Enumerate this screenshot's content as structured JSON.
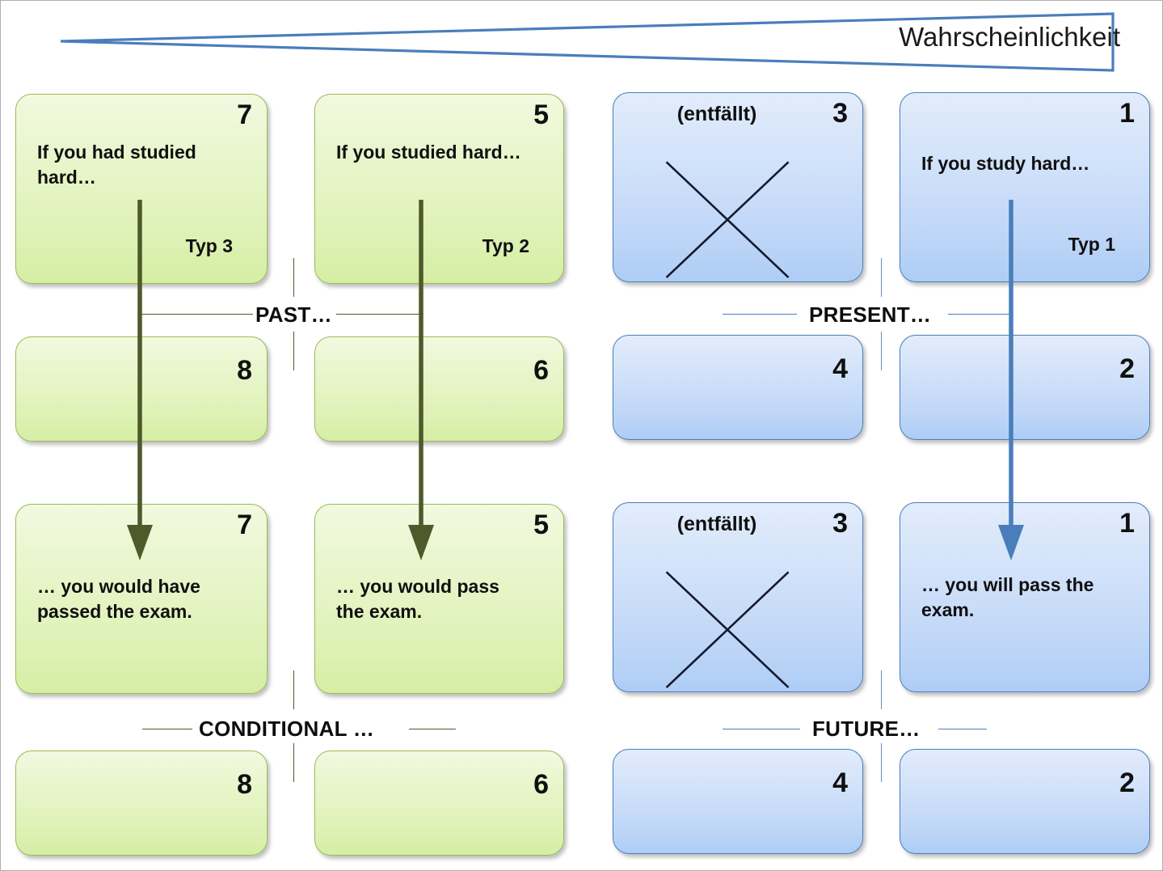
{
  "header": {
    "title": "Wahrscheinlichkeit",
    "shape": "probability-wedge-arrow",
    "outline_color": "#4a7ebb"
  },
  "colors": {
    "green_fill_top": "#f2f9e0",
    "green_fill_bottom": "#d5eea4",
    "green_border": "#9bbb59",
    "green_arrow": "#4e5a2a",
    "blue_fill_top": "#e2ecfb",
    "blue_fill_bottom": "#aecdf5",
    "blue_border": "#4a7ebb",
    "blue_arrow": "#4a7ebb",
    "text": "#101010"
  },
  "columns": [
    {
      "id": "col-typ3",
      "tense": "green",
      "type_label": "Typ 3"
    },
    {
      "id": "col-typ2",
      "tense": "green",
      "type_label": "Typ 2"
    },
    {
      "id": "col-entfaellt",
      "tense": "blue",
      "type_label": ""
    },
    {
      "id": "col-typ1",
      "tense": "blue",
      "type_label": "Typ 1"
    }
  ],
  "boxes": {
    "r1c1": {
      "number": "7",
      "text": "If you had studied hard…",
      "typ": "Typ 3"
    },
    "r1c2": {
      "number": "5",
      "text": "If you studied hard…",
      "typ": "Typ 2"
    },
    "r1c3": {
      "number": "3",
      "text": "(entfällt)",
      "typ": ""
    },
    "r1c4": {
      "number": "1",
      "text": "If you study hard…",
      "typ": "Typ 1"
    },
    "r2c1": {
      "number": "8",
      "text": "",
      "typ": ""
    },
    "r2c2": {
      "number": "6",
      "text": "",
      "typ": ""
    },
    "r2c3": {
      "number": "4",
      "text": "",
      "typ": ""
    },
    "r2c4": {
      "number": "2",
      "text": "",
      "typ": ""
    },
    "r3c1": {
      "number": "7",
      "text": "… you would have passed the exam.",
      "typ": ""
    },
    "r3c2": {
      "number": "5",
      "text": "… you would pass the exam.",
      "typ": ""
    },
    "r3c3": {
      "number": "3",
      "text": "(entfällt)",
      "typ": ""
    },
    "r3c4": {
      "number": "1",
      "text": "… you will pass the exam.",
      "typ": ""
    },
    "r4c1": {
      "number": "8",
      "text": "",
      "typ": ""
    },
    "r4c2": {
      "number": "6",
      "text": "",
      "typ": ""
    },
    "r4c3": {
      "number": "4",
      "text": "",
      "typ": ""
    },
    "r4c4": {
      "number": "2",
      "text": "",
      "typ": ""
    }
  },
  "dividers": {
    "past": "PAST…",
    "present": "PRESENT…",
    "conditional": "CONDITIONAL …",
    "future": "FUTURE…"
  }
}
